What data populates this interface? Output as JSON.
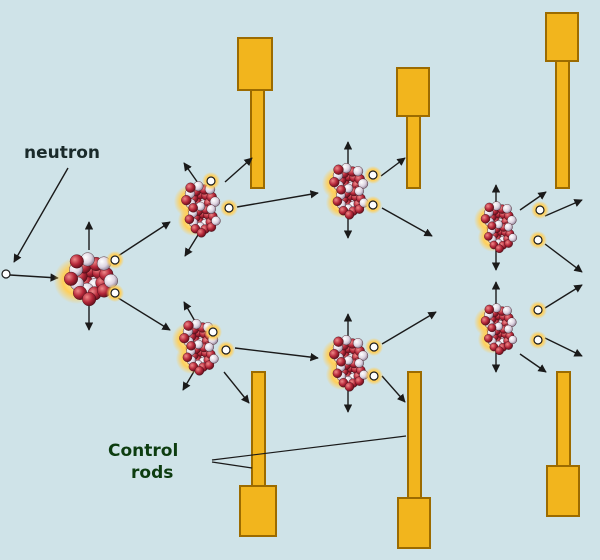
{
  "labels": {
    "neutron": "neutron",
    "control_rods_line1": "Control",
    "control_rods_line2": "rods"
  },
  "colors": {
    "background": "#cfe3e8",
    "rod_fill": "#f2b51d",
    "rod_stroke": "#9c6b00",
    "arrow": "#1a1a1a",
    "neutron_label": "#1a2a2a",
    "rods_label": "#0d3d10",
    "proton": "#b6283a",
    "neutron_ball": "#e9e3ea",
    "glow": "#ffd36b"
  }
}
